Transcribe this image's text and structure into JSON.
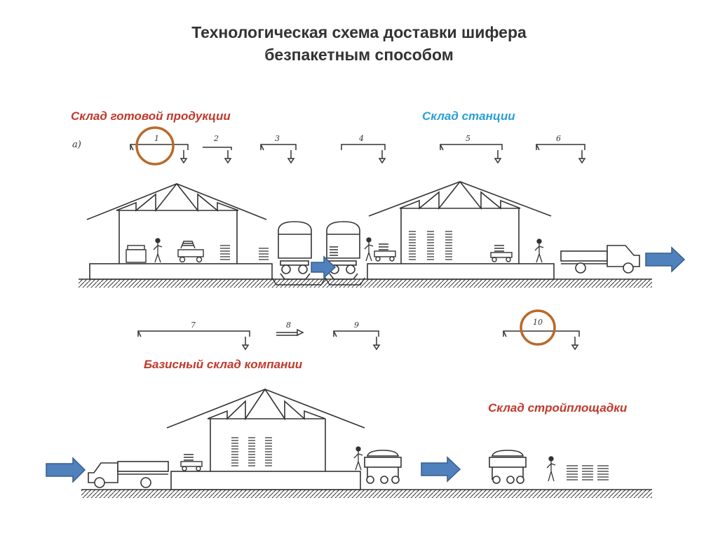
{
  "title": {
    "line1": "Технологическая схема доставки шифера",
    "line2": "безпакетным   способом"
  },
  "labels": {
    "warehouse_finished": "Склад готовой продукции",
    "station_warehouse": "Склад  станции",
    "base_warehouse": "Базисный склад  компании",
    "site_warehouse": "Склад  стройплощадки"
  },
  "colors": {
    "title": "#333333",
    "red_label": "#c0392b",
    "blue_label": "#2a9fd6",
    "circle": "#b86a2a",
    "arrow_fill": "#4f81bd",
    "arrow_stroke": "#385d8a",
    "line": "#333333"
  },
  "scheme_marker": "а)",
  "steps": {
    "s1": "1",
    "s2": "2",
    "s3": "3",
    "s4": "4",
    "s5": "5",
    "s6": "6",
    "s7": "7",
    "s8": "8",
    "s9": "9",
    "s10": "10"
  },
  "icons": [
    "crane-symbol-icon",
    "shed-icon",
    "truck-icon",
    "railcar-icon",
    "worker-icon",
    "trolley-icon",
    "slate-stack-icon",
    "flow-arrow-icon"
  ]
}
